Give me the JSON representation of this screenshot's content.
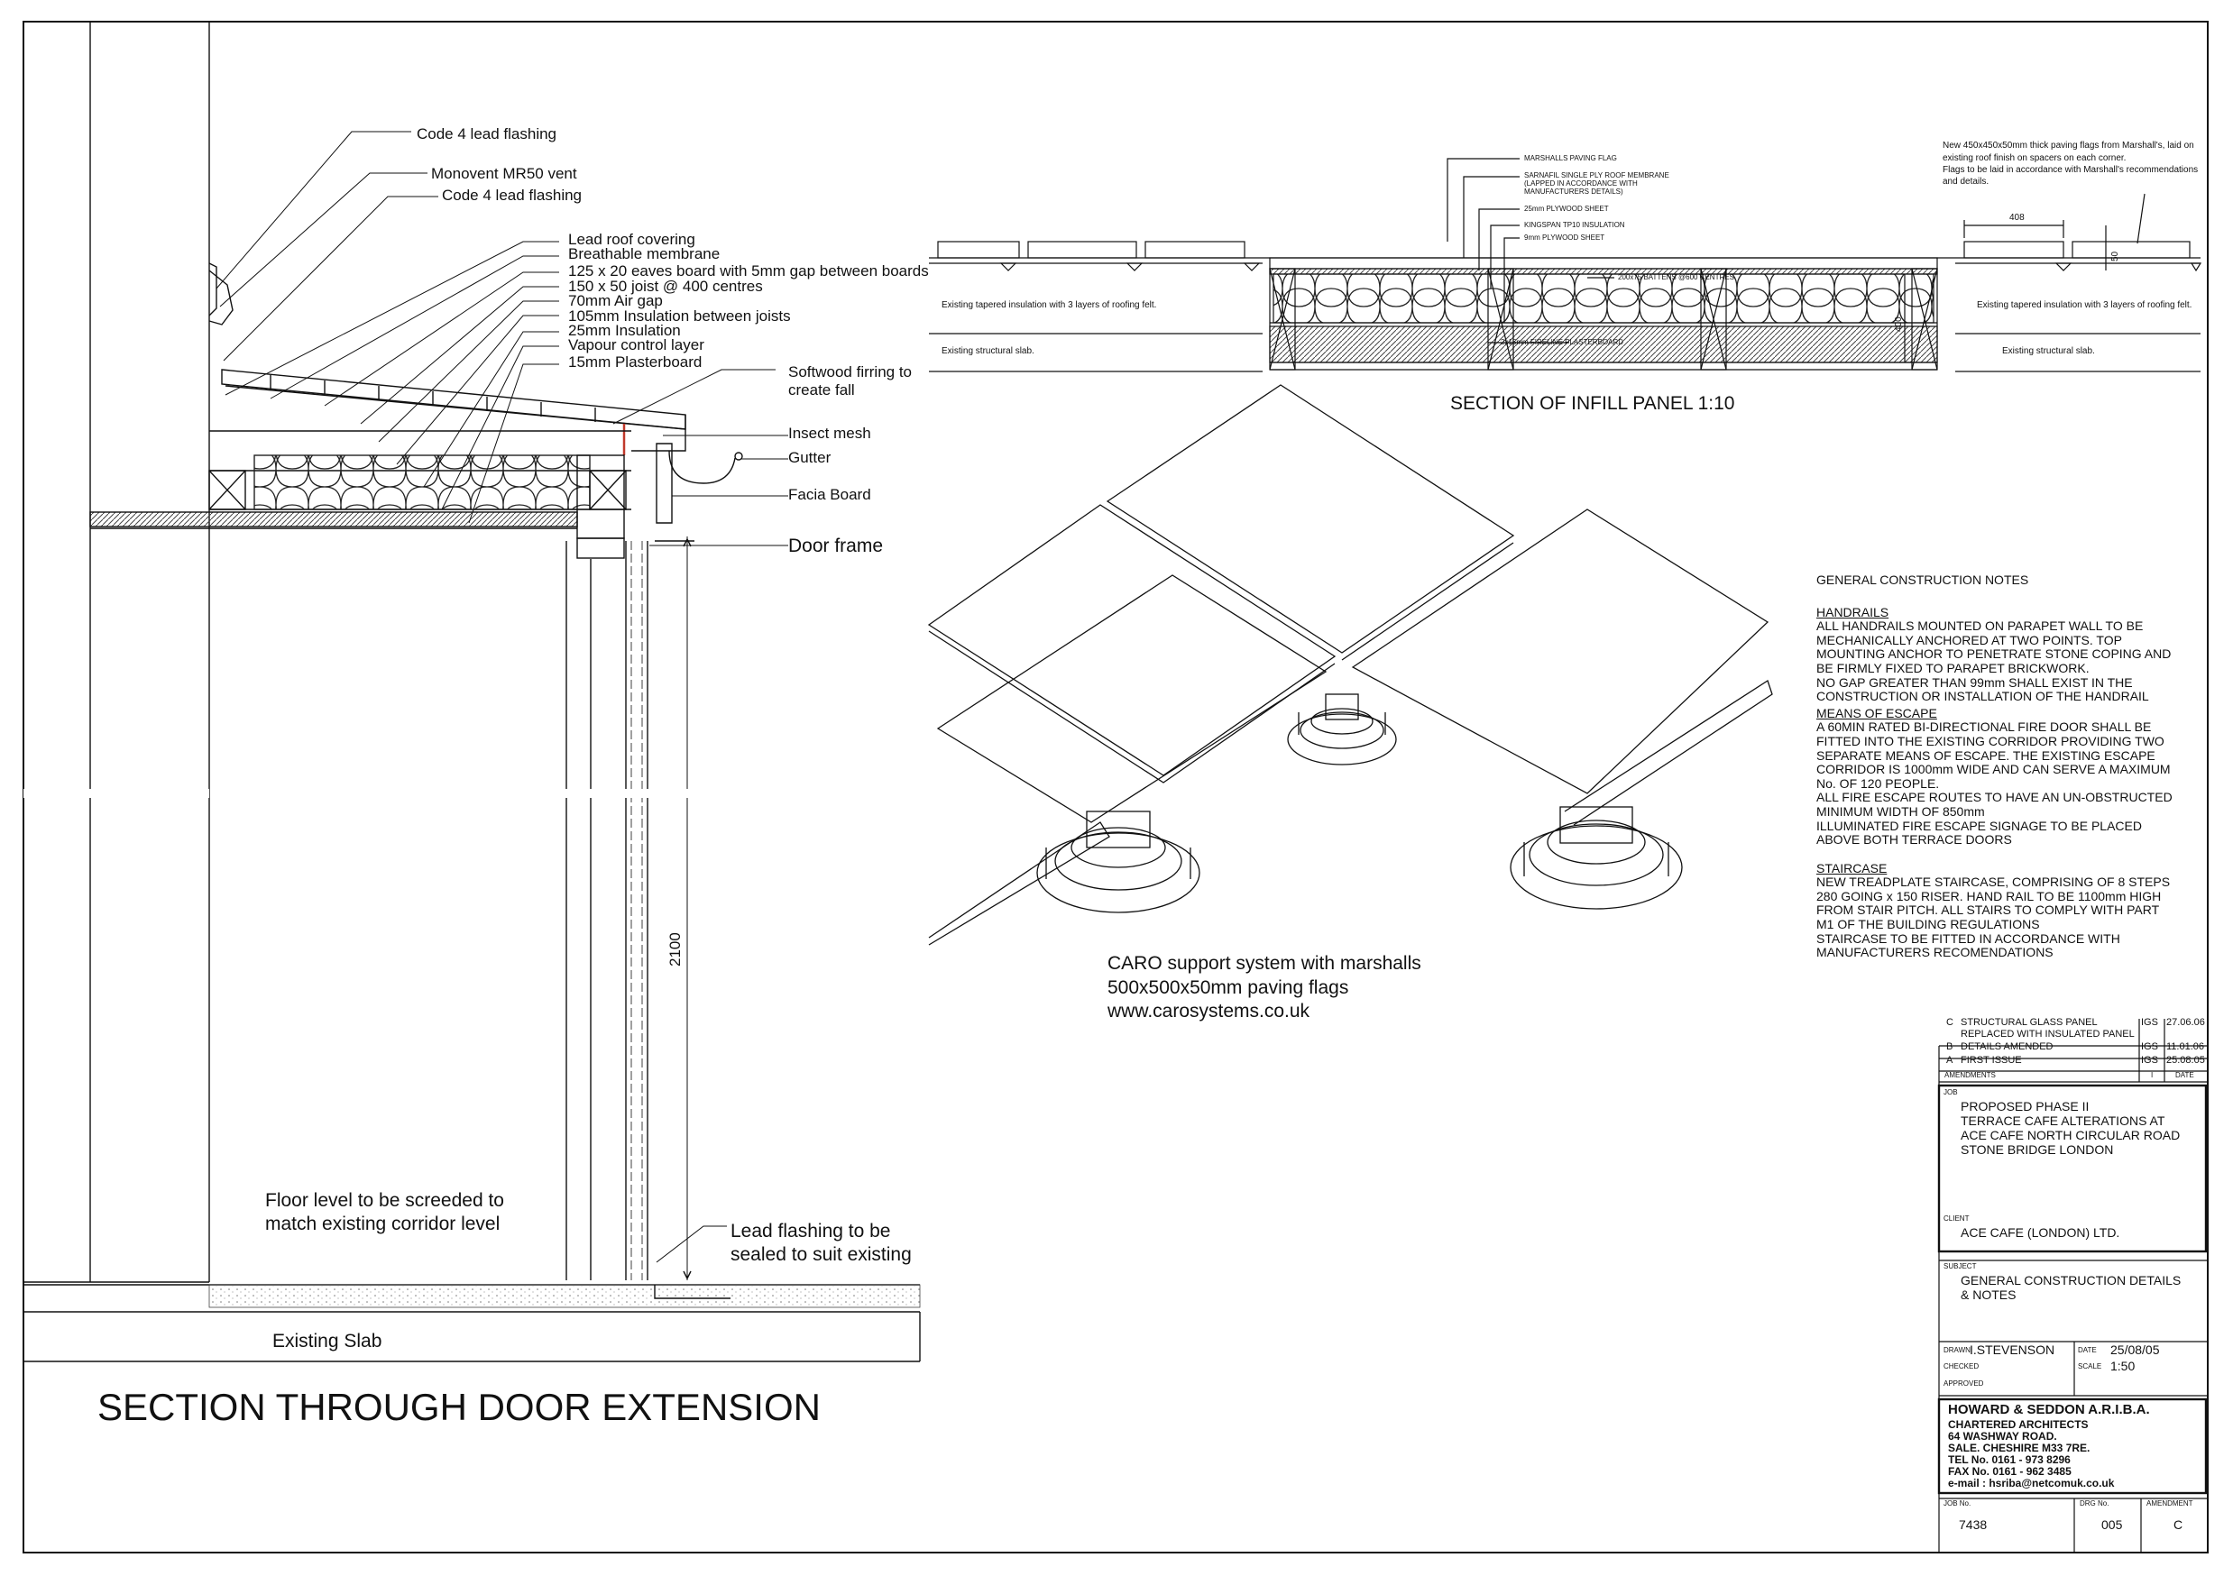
{
  "door_section": {
    "title": "SECTION THROUGH DOOR EXTENSION",
    "labels": {
      "code4_a": "Code 4 lead flashing",
      "monovent": "Monovent MR50 vent",
      "code4_b": "Code 4 lead flashing",
      "lead_roof": "Lead roof covering",
      "breathable": "Breathable membrane",
      "eaves": "125 x 20 eaves board with 5mm gap between boards",
      "joist": "150 x 50 joist @ 400 centres",
      "airgap": "70mm Air gap",
      "ins105": "105mm Insulation between joists",
      "ins25": "25mm Insulation",
      "vapour": "Vapour control layer",
      "plaster": "15mm Plasterboard",
      "firring_1": "Softwood firring to",
      "firring_2": "create fall",
      "insect": "Insect mesh",
      "gutter": "Gutter",
      "facia": "Facia Board",
      "doorframe": "Door frame",
      "dim_2100": "2100",
      "floor_1": "Floor level to be screeded to",
      "floor_2": "match existing corridor level",
      "leadflash_1": "Lead flashing to be",
      "leadflash_2": "sealed to suit existing",
      "slab": "Existing Slab"
    }
  },
  "infill": {
    "title": "SECTION OF INFILL PANEL 1:10",
    "labels": {
      "paving": "MARSHALLS PAVING FLAG",
      "membrane_1": "SARNAFIL SINGLE PLY ROOF MEMBRANE",
      "membrane_2": "(LAPPED IN ACCORDANCE WITH",
      "membrane_3": "MANUFACTURERS DETAILS)",
      "ply25": "25mm PLYWOOD SHEET",
      "kingspan": "KINGSPAN TP10 INSULATION",
      "ply9": "9mm PLYWOOD SHEET",
      "battens": "200x75 BATTENS @600 CENTRES",
      "fireline": "2x15mm FIRELINE PLASTERBOARD",
      "taper_left": "Existing tapered insulation with 3 layers of roofing felt.",
      "slab_left": "Existing structural slab.",
      "taper_right": "Existing tapered insulation with 3 layers of roofing felt.",
      "slab_right": "Existing structural slab.",
      "dim_408": "408",
      "dim_50": "50",
      "dim_400": "400",
      "note_1": "New 450x450x50mm thick paving flags from Marshall's, laid on",
      "note_2": "existing roof finish on spacers on each corner.",
      "note_3": "Flags to be laid in accordance with Marshall's recommendations",
      "note_4": "and details."
    }
  },
  "caro": {
    "line1": "CARO support system with marshalls",
    "line2": "500x500x50mm paving flags",
    "line3": "www.carosystems.co.uk"
  },
  "notes": {
    "title": "GENERAL CONSTRUCTION NOTES",
    "handrails_head": "HANDRAILS",
    "handrails": [
      "ALL HANDRAILS MOUNTED ON PARAPET WALL TO BE",
      "MECHANICALLY ANCHORED AT TWO POINTS. TOP",
      "MOUNTING ANCHOR TO PENETRATE STONE COPING AND",
      "BE FIRMLY FIXED TO PARAPET BRICKWORK.",
      "NO GAP GREATER THAN 99mm SHALL EXIST IN THE",
      "CONSTRUCTION OR INSTALLATION OF THE HANDRAIL"
    ],
    "escape_head": "MEANS OF ESCAPE",
    "escape": [
      "A 60MIN RATED BI-DIRECTIONAL FIRE DOOR SHALL BE",
      "FITTED INTO THE EXISTING CORRIDOR PROVIDING TWO",
      "SEPARATE MEANS OF ESCAPE. THE EXISTING ESCAPE",
      "CORRIDOR IS 1000mm WIDE AND CAN SERVE A MAXIMUM",
      "No. OF 120 PEOPLE.",
      "ALL FIRE ESCAPE ROUTES TO HAVE AN UN-OBSTRUCTED",
      "MINIMUM WIDTH OF 850mm",
      "ILLUMINATED FIRE ESCAPE SIGNAGE TO BE PLACED",
      "ABOVE BOTH TERRACE DOORS"
    ],
    "stair_head": "STAIRCASE",
    "stair": [
      "NEW TREADPLATE STAIRCASE, COMPRISING OF 8 STEPS",
      "280 GOING x 150 RISER. HAND RAIL TO BE 1100mm HIGH",
      "FROM STAIR PITCH. ALL STAIRS TO COMPLY WITH PART",
      "M1 OF THE BUILDING REGULATIONS",
      "STAIRCASE TO BE FITTED IN ACCORDANCE WITH",
      "MANUFACTURERS RECOMENDATIONS"
    ]
  },
  "amendments": {
    "rows": [
      {
        "rev": "C",
        "desc": "STRUCTURAL GLASS PANEL",
        "desc2": "REPLACED WITH INSULATED PANEL",
        "by": "IGS",
        "date": "27.06.06"
      },
      {
        "rev": "B",
        "desc": "DETAILS AMENDED",
        "desc2": "",
        "by": "IGS",
        "date": "11.01.06"
      },
      {
        "rev": "A",
        "desc": "FIRST ISSUE",
        "desc2": "",
        "by": "IGS",
        "date": "25.08.05"
      }
    ],
    "header_label": "AMENDMENTS",
    "header_by": "I",
    "header_date": "DATE"
  },
  "titleblock": {
    "job_label": "JOB",
    "job_lines": [
      "PROPOSED PHASE II",
      "TERRACE CAFE ALTERATIONS AT",
      "ACE CAFE NORTH CIRCULAR ROAD",
      "STONE BRIDGE LONDON"
    ],
    "client_label": "CLIENT",
    "client": "ACE CAFE (LONDON) LTD.",
    "subject_label": "SUBJECT",
    "subject_lines": [
      "GENERAL CONSTRUCTION DETAILS",
      "& NOTES"
    ],
    "drawn_label": "DRAWN",
    "drawn": "I.STEVENSON",
    "date_label": "DATE",
    "date": "25/08/05",
    "checked_label": "CHECKED",
    "scale_label": "SCALE",
    "scale": "1:50",
    "approved_label": "APPROVED",
    "firm_name": "HOWARD & SEDDON A.R.I.B.A.",
    "firm_lines": [
      "CHARTERED ARCHITECTS",
      "64 WASHWAY ROAD.",
      "SALE. CHESHIRE M33 7RE.",
      "TEL No. 0161 - 973 8296",
      "FAX No. 0161 - 962 3485",
      "e-mail : hsriba@netcomuk.co.uk"
    ],
    "jobno_label": "JOB No.",
    "jobno": "7438",
    "drgno_label": "DRG No.",
    "drgno": "005",
    "amend_label": "AMENDMENT",
    "amend": "C"
  }
}
